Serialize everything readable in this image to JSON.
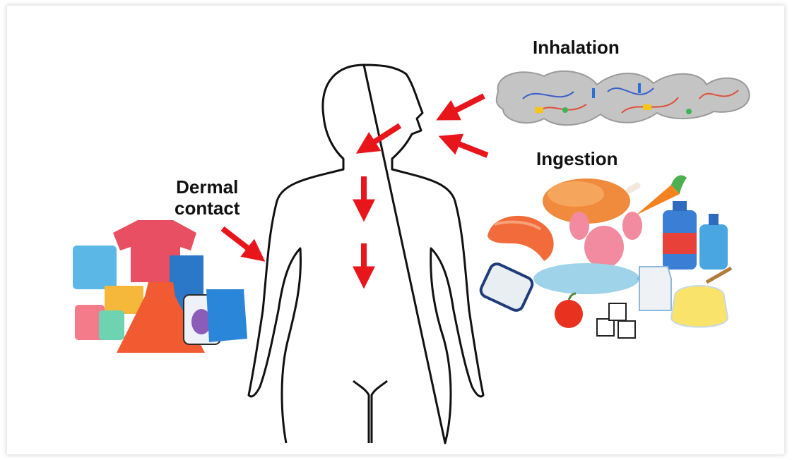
{
  "labels": {
    "inhalation": "Inhalation",
    "ingestion": "Ingestion",
    "dermal_line1": "Dermal",
    "dermal_line2": "contact"
  },
  "colors": {
    "arrow": "#e8151b",
    "outline": "#111111",
    "smoke": "#bdbdbd",
    "background": "#ffffff"
  },
  "icons": {
    "dermal": [
      "clothing-icons",
      "dress-icon",
      "shirt-icon",
      "jeans-icon",
      "detergent-icon"
    ],
    "ingestion": [
      "chicken-icon",
      "carrot-icon",
      "shrimp-icon",
      "lobster-icon",
      "fish-icon",
      "water-bottle-icon",
      "salt-shaker-icon",
      "apple-icon",
      "sugar-cubes-icon",
      "honey-jar-icon",
      "milk-carton-icon"
    ],
    "inhalation": [
      "polluted-air-cloud-icon"
    ]
  }
}
